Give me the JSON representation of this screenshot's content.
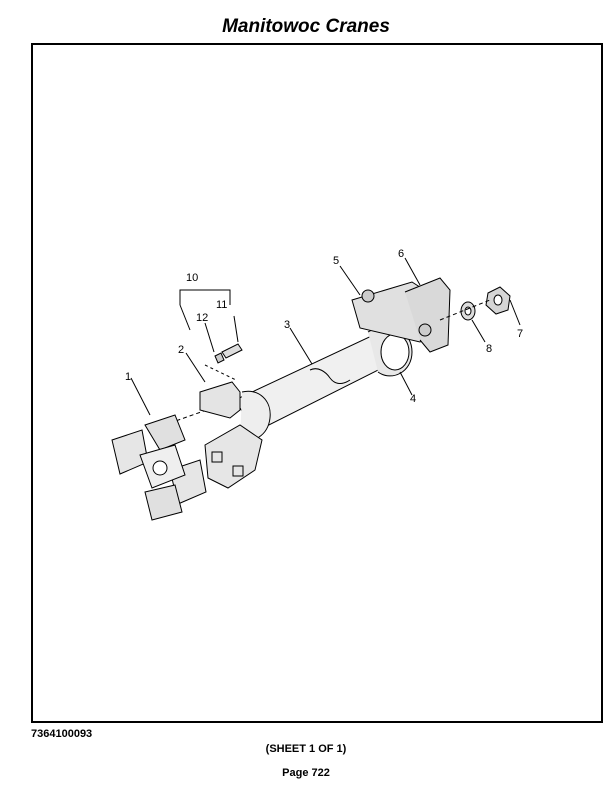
{
  "header": {
    "title": "Manitowoc Cranes"
  },
  "figure": {
    "callouts": [
      "1",
      "2",
      "3",
      "4",
      "5",
      "6",
      "7",
      "8",
      "10",
      "11",
      "12"
    ]
  },
  "footer": {
    "doc_number": "7364100093",
    "sheet": "(SHEET 1 OF 1)",
    "page": "Page 722"
  }
}
